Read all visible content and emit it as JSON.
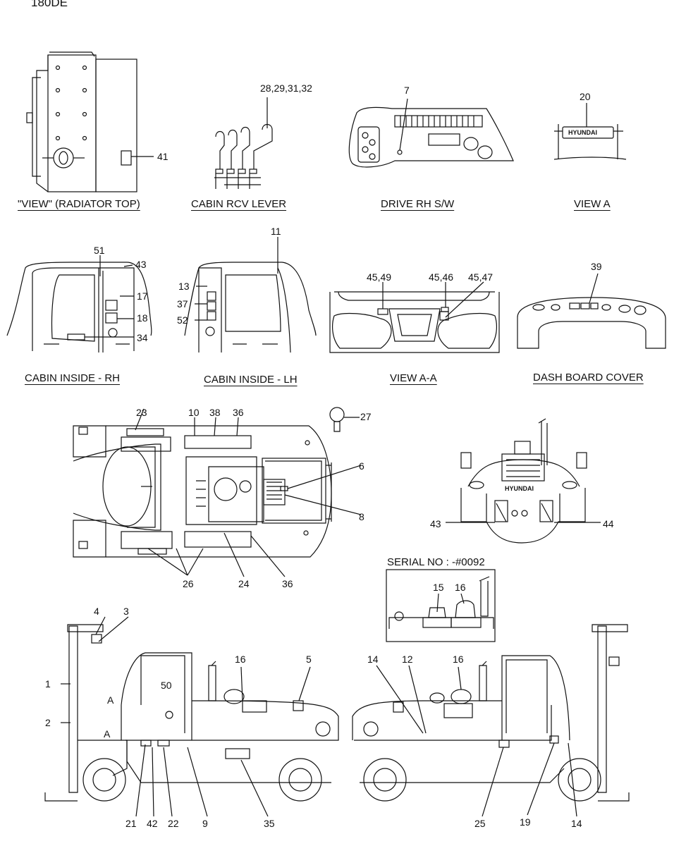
{
  "doc": {
    "corner_text": "180DE",
    "serial_label": "SERIAL NO : -#0092"
  },
  "captions": [
    {
      "id": "view-radiator-top",
      "text": "\"VIEW\" (RADIATOR TOP)"
    },
    {
      "id": "cabin-rcv-lever",
      "text": "CABIN RCV LEVER"
    },
    {
      "id": "drive-rh-sw",
      "text": "DRIVE RH S/W"
    },
    {
      "id": "view-a",
      "text": "VIEW A"
    },
    {
      "id": "cabin-inside-rh",
      "text": "CABIN INSIDE - RH"
    },
    {
      "id": "cabin-inside-lh",
      "text": "CABIN INSIDE - LH"
    },
    {
      "id": "view-a-a",
      "text": "VIEW A-A"
    },
    {
      "id": "dash-board-cover",
      "text": "DASH BOARD COVER"
    }
  ],
  "callouts": [
    "41",
    "28,29,31,32",
    "7",
    "20",
    "51",
    "43",
    "17",
    "18",
    "34",
    "11",
    "13",
    "37",
    "52",
    "45,49",
    "45,46",
    "45,47",
    "39",
    "23",
    "10",
    "38",
    "36",
    "27",
    "6",
    "8",
    "26",
    "24",
    "36",
    "43",
    "44",
    "15",
    "16",
    "4",
    "3",
    "1",
    "2",
    "16",
    "5",
    "50",
    "A",
    "A",
    "21",
    "42",
    "22",
    "9",
    "35",
    "14",
    "12",
    "16",
    "25",
    "19",
    "14"
  ],
  "brand_text": "HYUNDAI"
}
